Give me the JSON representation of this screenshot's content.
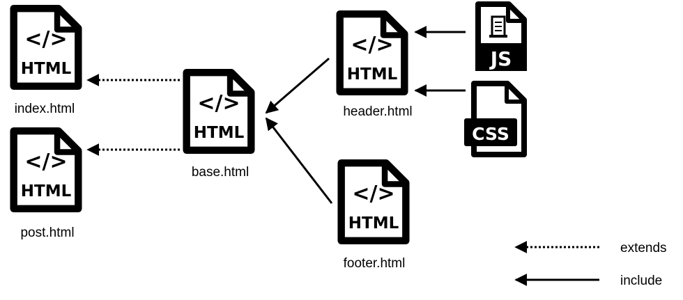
{
  "files": {
    "index": {
      "name": "index.html",
      "code_label": "</>",
      "type_label": "HTML"
    },
    "post": {
      "name": "post.html",
      "code_label": "</>",
      "type_label": "HTML"
    },
    "base": {
      "name": "base.html",
      "code_label": "</>",
      "type_label": "HTML"
    },
    "header": {
      "name": "header.html",
      "code_label": "</>",
      "type_label": "HTML"
    },
    "footer": {
      "name": "footer.html",
      "code_label": "</>",
      "type_label": "HTML"
    },
    "js": {
      "type_label": "JS",
      "icon": "js-file-icon"
    },
    "css": {
      "type_label": "CSS",
      "icon": "css-file-icon"
    }
  },
  "legend": {
    "extends_label": "extends",
    "include_label": "include"
  }
}
